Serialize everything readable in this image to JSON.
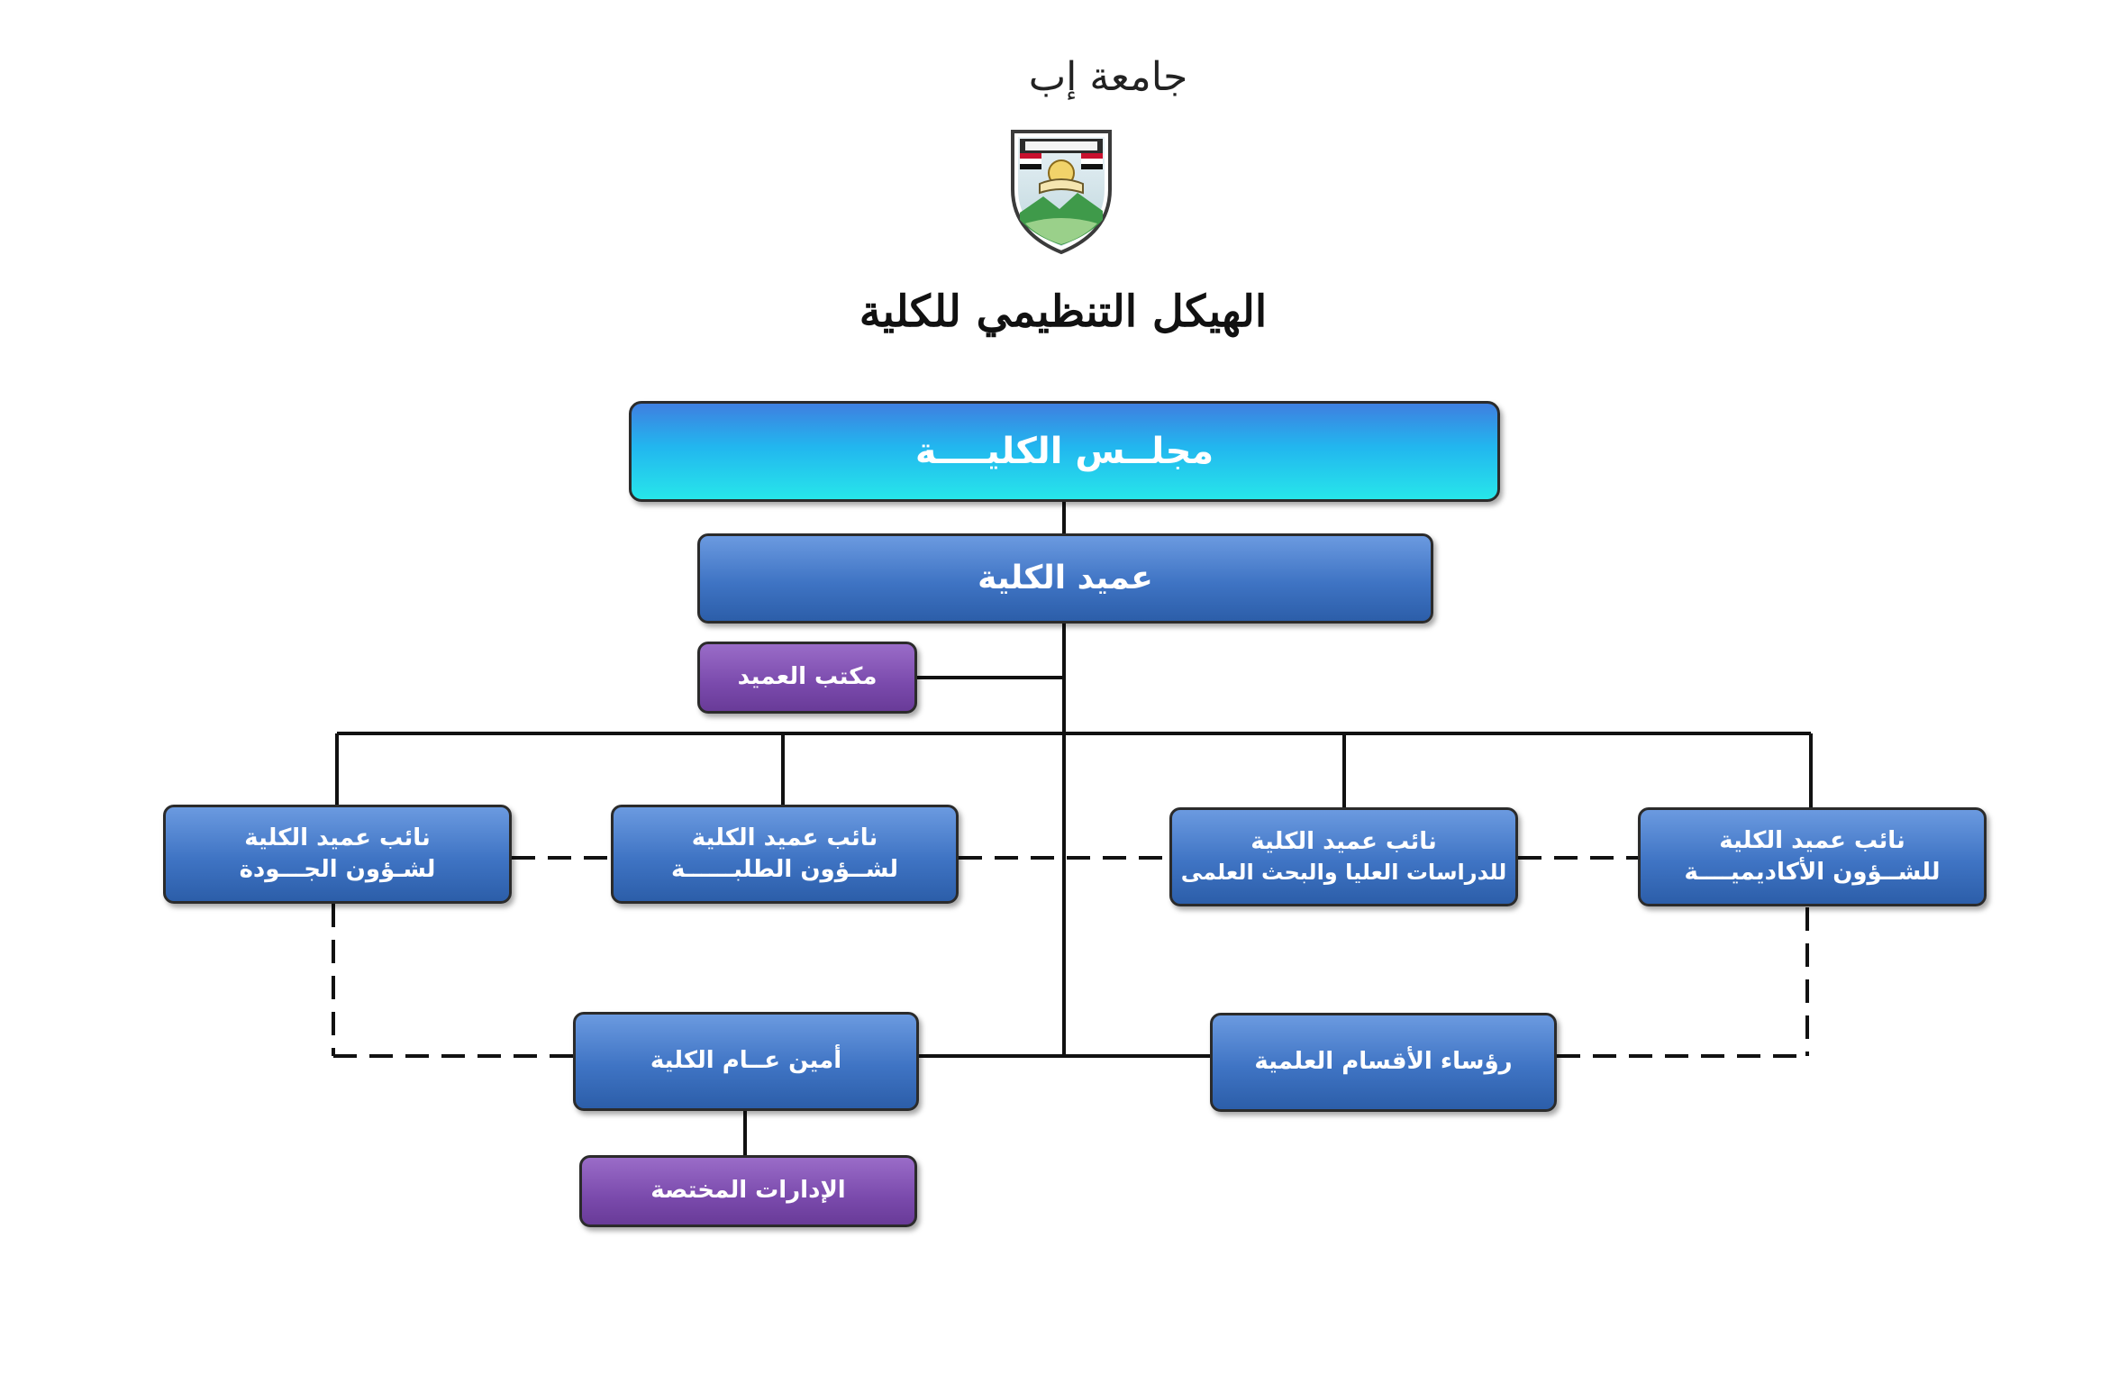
{
  "header": {
    "university_name": "جامعة إب",
    "page_title": "الهيكل التنظيمي للكلية"
  },
  "logo": {
    "icon": "university-crest-icon",
    "text": "جامعة إب"
  },
  "org_chart": {
    "council": "مجلــس الكليــــة",
    "dean": "عميد الكلية",
    "dean_office": "مكتب العميد",
    "vice_deans": {
      "academic": [
        "نائب عميد الكلية",
        "للشــؤون الأكاديميــــة"
      ],
      "graduate": [
        "نائب عميد الكلية",
        "للدراسات العليا والبحث العلمى"
      ],
      "students": [
        "نائب عميد الكلية",
        "لشــؤون الطلبــــــة"
      ],
      "quality": [
        "نائب عميد الكلية",
        "لشـؤون الجـــودة"
      ]
    },
    "department_heads": "رؤساء الأقسام العلمية",
    "secretary_general": "أمين عــام الكلية",
    "departments_admin": "الإدارات المختصة"
  },
  "colors": {
    "blue_box": "#3f74c4",
    "purple_box": "#7a4aac",
    "cyan_box": "#22b6ef",
    "connector": "#111111"
  }
}
